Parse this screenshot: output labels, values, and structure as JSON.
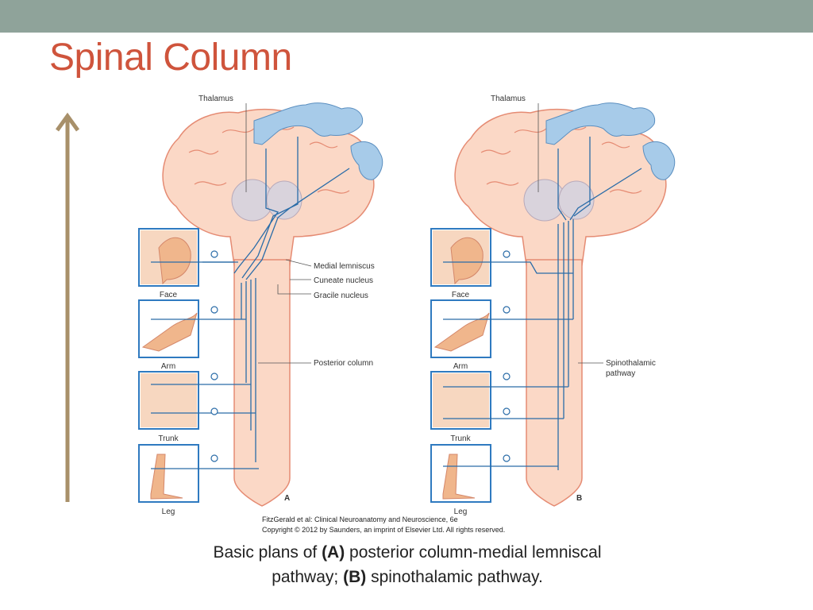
{
  "slide": {
    "title": "Spinal Column",
    "colors": {
      "topbar": "#8fa39a",
      "title": "#cf543c",
      "arrow": "#a8906a"
    }
  },
  "figure": {
    "panel_a": {
      "letter": "A",
      "thalamus": "Thalamus",
      "labels": [
        "Medial lemniscus",
        "Cuneate nucleus",
        "Gracile nucleus",
        "Posterior column"
      ],
      "boxes": [
        "Face",
        "Arm",
        "Trunk",
        "Leg"
      ]
    },
    "panel_b": {
      "letter": "B",
      "thalamus": "Thalamus",
      "label_line1": "Spinothalamic",
      "label_line2": "pathway",
      "boxes": [
        "Face",
        "Arm",
        "Trunk",
        "Leg"
      ]
    },
    "credit_line1": "FitzGerald et al: Clinical Neuroanatomy and Neuroscience, 6e",
    "credit_line2": "Copyright © 2012 by Saunders, an imprint of Elsevier Ltd. All rights reserved.",
    "colors": {
      "tissue": "#fbd8c6",
      "tissue_stroke": "#e58b73",
      "cortex_blue": "#a7cbe9",
      "pathway": "#2a6ca8",
      "box": "#2f7ac0",
      "skin": "#f0b68c",
      "thalamus": "#d9d3dc"
    }
  },
  "caption": {
    "p1": "Basic plans of ",
    "a": "(A)",
    "p2": " posterior column-medial lemniscal",
    "p3": "pathway; ",
    "b": "(B)",
    "p4": " spinothalamic pathway."
  }
}
